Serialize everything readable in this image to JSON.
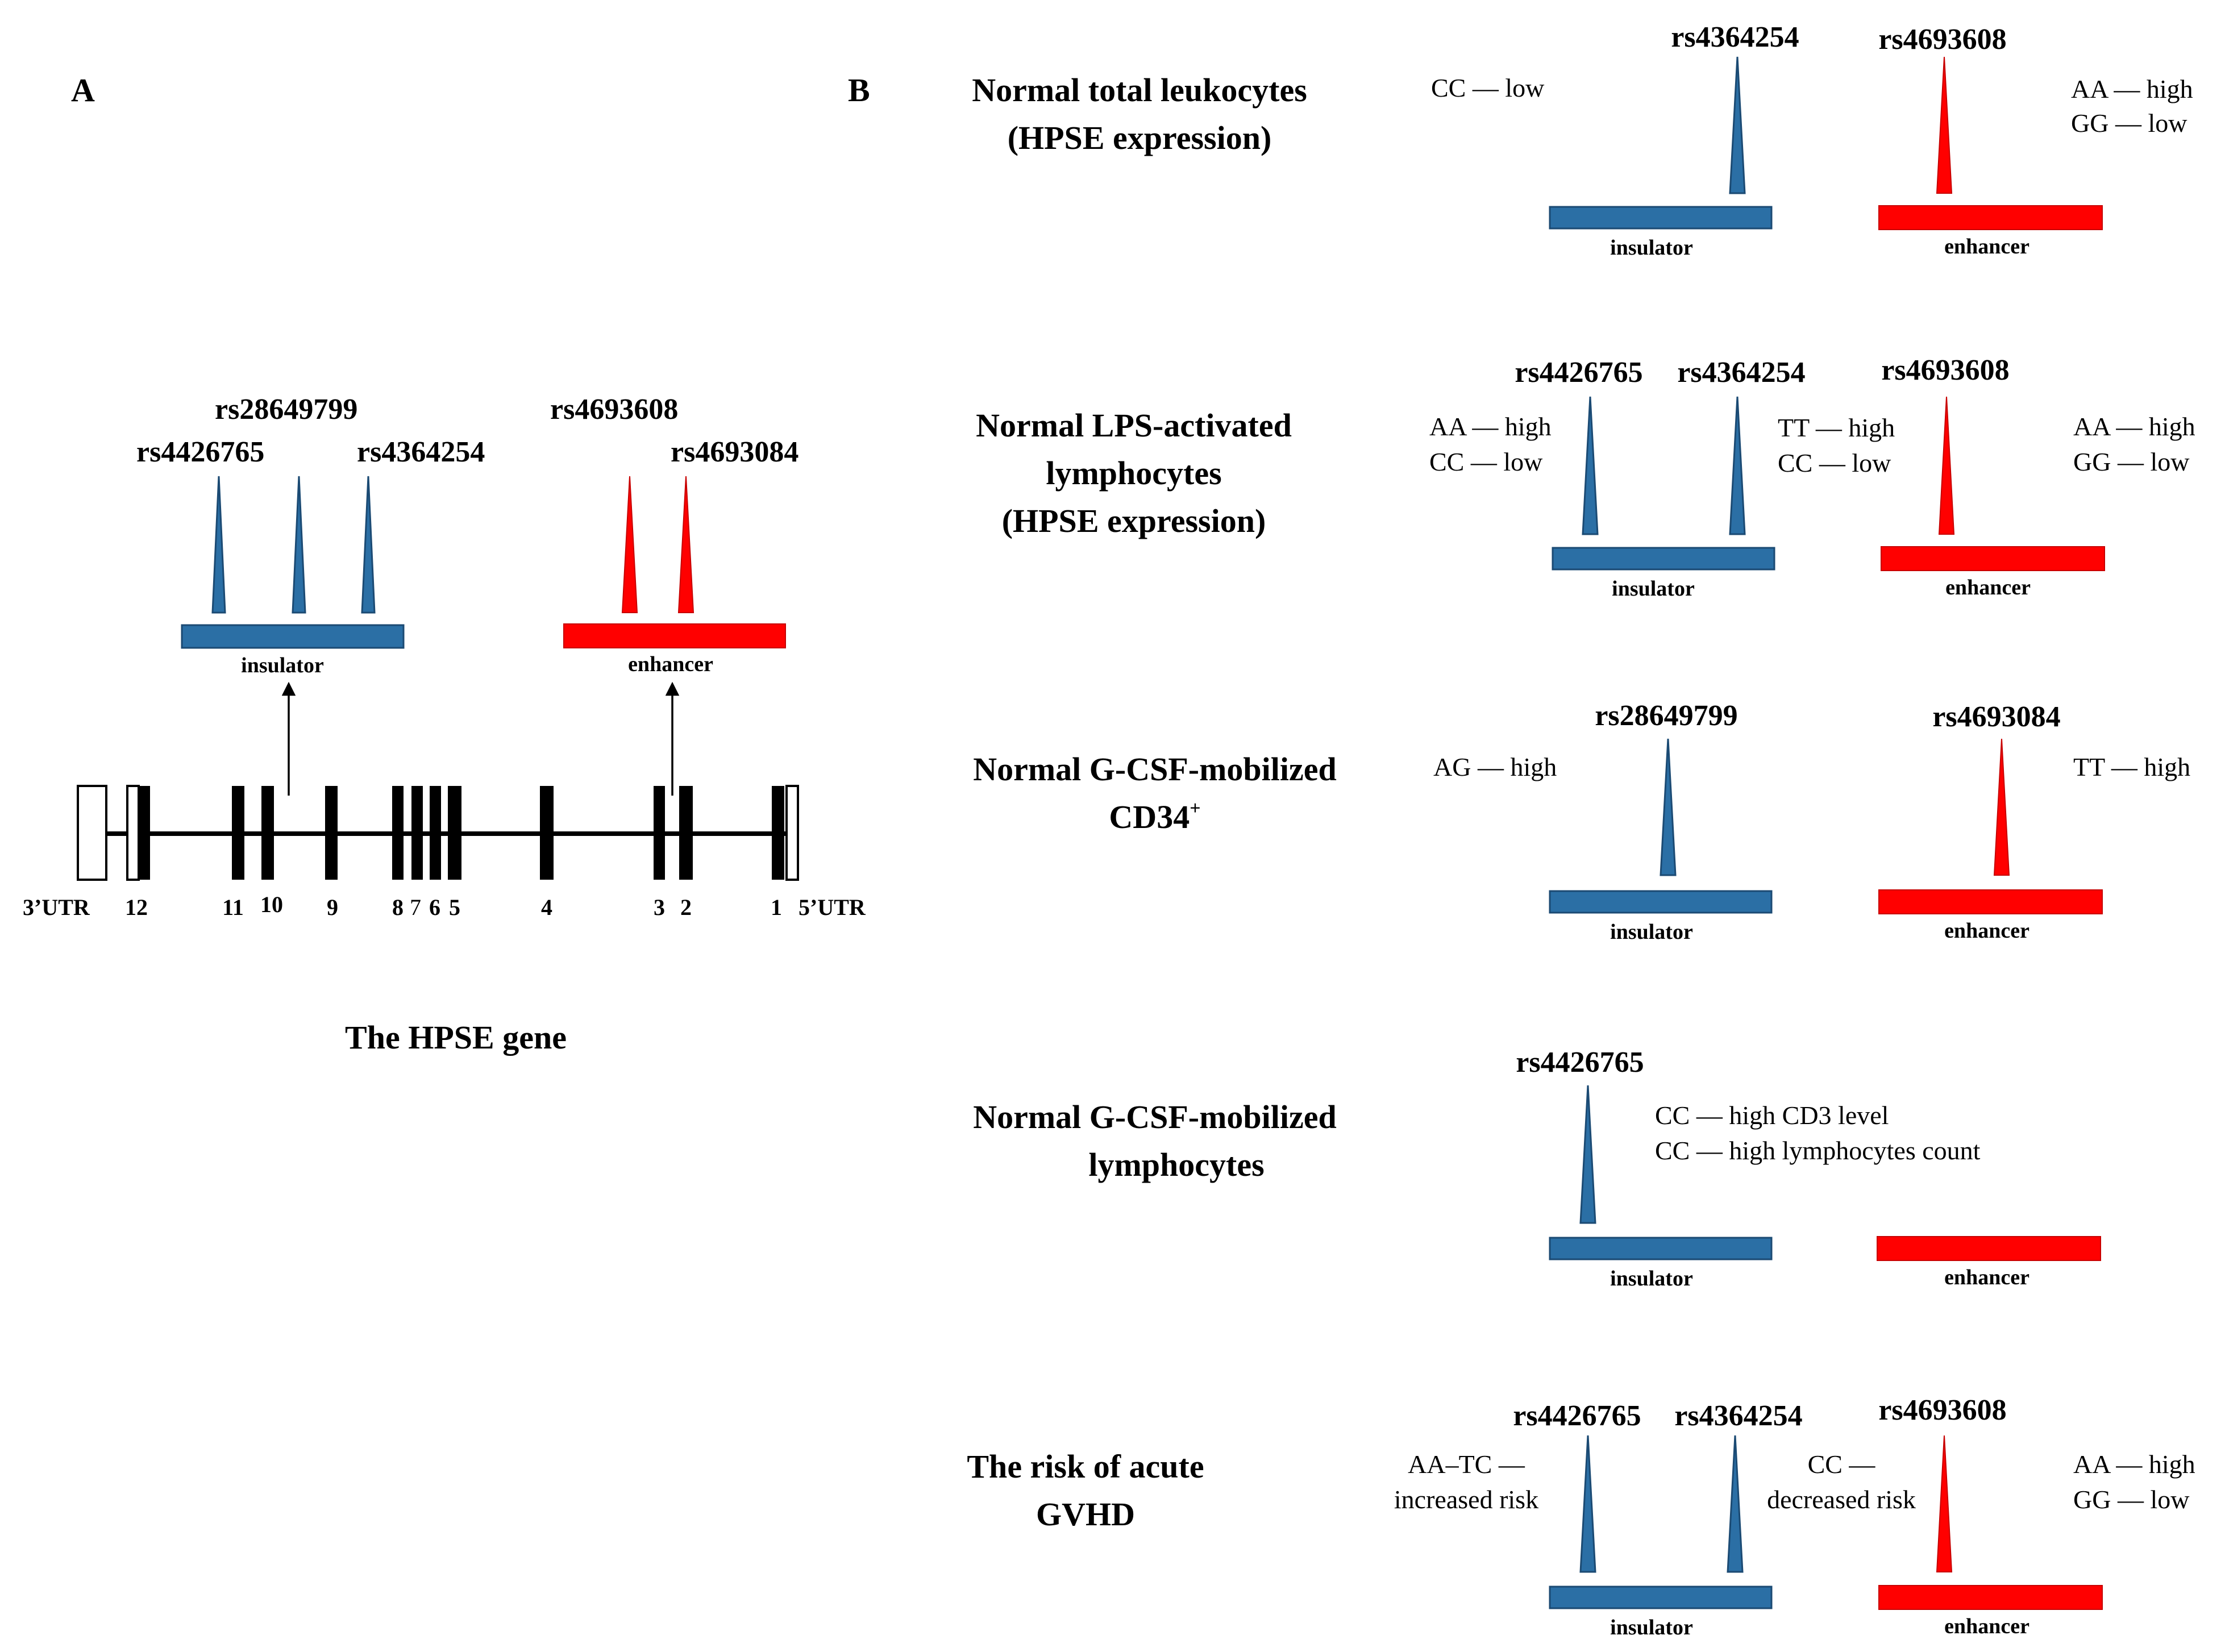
{
  "colors": {
    "insulator": "#2b6fa5",
    "insulator_stroke": "#1b4a73",
    "enhancer": "#ff0000",
    "enhancer_stroke": "#c80000",
    "exon": "#000000",
    "utr_fill": "#ffffff",
    "text": "#000000"
  },
  "panel_a": {
    "label": "A",
    "gene_title": "The HPSE gene",
    "utr3": "3’UTR",
    "utr5": "5’UTR",
    "region_insulator": "insulator",
    "region_enhancer": "enhancer",
    "snps": {
      "rs28649799": "rs28649799",
      "rs4426765": "rs4426765",
      "rs4364254": "rs4364254",
      "rs4693608": "rs4693608",
      "rs4693084": "rs4693084"
    },
    "exons": {
      "e12": "12",
      "e11": "11",
      "e10": "10",
      "e9": "9",
      "e8": "8",
      "e7": "7",
      "e6": "6",
      "e5": "5",
      "e4": "4",
      "e3": "3",
      "e2": "2",
      "e1": "1"
    }
  },
  "panel_b": {
    "label": "B",
    "rows": [
      {
        "title_lines": [
          "Normal  total leukocytes",
          "(HPSE expression)"
        ],
        "snp_ins_1": "rs4364254",
        "snp_enh": "rs4693608",
        "ann_left": [
          "CC — low"
        ],
        "ann_right": [
          "AA — high",
          "GG — low"
        ],
        "region_insulator": "insulator",
        "region_enhancer": "enhancer"
      },
      {
        "title_lines": [
          "Normal  LPS-activated",
          "lymphocytes",
          "(HPSE expression)"
        ],
        "snp_ins_1": "rs4426765",
        "snp_ins_2": "rs4364254",
        "snp_enh": "rs4693608",
        "ann_left": [
          "AA — high",
          "CC — low"
        ],
        "ann_mid": [
          "TT — high",
          "CC — low"
        ],
        "ann_right": [
          "AA — high",
          "GG — low"
        ],
        "region_insulator": "insulator",
        "region_enhancer": "enhancer"
      },
      {
        "title_line1": "Normal  G-CSF-mobilized",
        "title_line2": "CD34",
        "title_sup": "+",
        "snp_ins_1": "rs28649799",
        "snp_enh": "rs4693084",
        "ann_left": [
          "AG — high"
        ],
        "ann_right": [
          "TT — high"
        ],
        "region_insulator": "insulator",
        "region_enhancer": "enhancer"
      },
      {
        "title_lines": [
          "Normal  G-CSF-mobilized",
          "lymphocytes"
        ],
        "snp_ins_1": "rs4426765",
        "ann_mid": [
          "CC — high  CD3 level",
          "CC — high  lymphocytes  count"
        ],
        "region_insulator": "insulator",
        "region_enhancer": "enhancer"
      },
      {
        "title_lines": [
          "The risk of acute",
          "GVHD"
        ],
        "snp_ins_1": "rs4426765",
        "snp_ins_2": "rs4364254",
        "snp_enh": "rs4693608",
        "ann_left": [
          "AA–TC —",
          "increased risk"
        ],
        "ann_mid": [
          "CC —",
          "decreased risk"
        ],
        "ann_right": [
          "AA — high",
          "GG — low"
        ],
        "region_insulator": "insulator",
        "region_enhancer": "enhancer"
      }
    ]
  }
}
